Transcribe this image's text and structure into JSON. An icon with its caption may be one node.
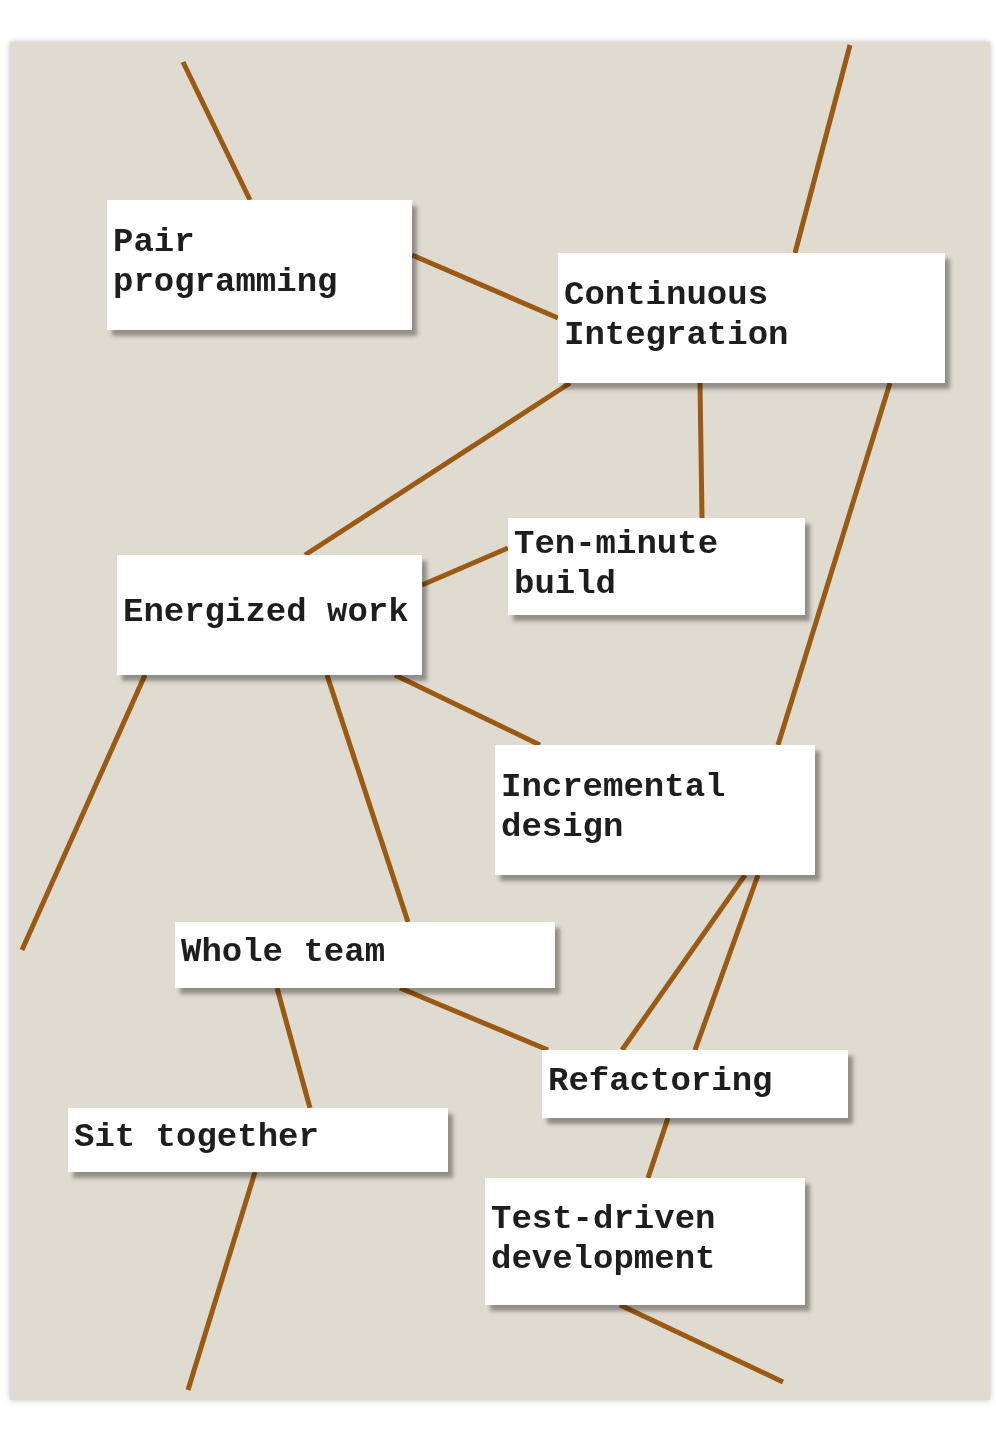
{
  "diagram": {
    "nodes": [
      {
        "text": [
          "Pair programming"
        ]
      },
      {
        "text": [
          "Continuous Integration"
        ]
      },
      {
        "text": [
          "Ten-minute build"
        ]
      },
      {
        "text": [
          "Energized work"
        ]
      },
      {
        "text": [
          "Incremental design"
        ]
      },
      {
        "text": [
          "Whole team"
        ]
      },
      {
        "text": [
          "Refactoring"
        ]
      },
      {
        "text": [
          "Sit together"
        ]
      },
      {
        "text": [
          "Test-driven development"
        ]
      }
    ],
    "edges": [
      {
        "from": null,
        "to": 0,
        "arrow": "none"
      },
      {
        "from": null,
        "to": 1,
        "arrow": "none"
      },
      {
        "from": 0,
        "to": 1,
        "arrow": "none"
      },
      {
        "from": 1,
        "to": 3,
        "arrow": "none"
      },
      {
        "from": 1,
        "to": 2,
        "arrow": "none"
      },
      {
        "from": 1,
        "to": 4,
        "arrow": "none"
      },
      {
        "from": 3,
        "to": 2,
        "arrow": "none"
      },
      {
        "from": 3,
        "to": null,
        "arrow": "none"
      },
      {
        "from": 3,
        "to": 4,
        "arrow": "none"
      },
      {
        "from": 3,
        "to": 5,
        "arrow": "none"
      },
      {
        "from": 4,
        "to": 6,
        "arrow": "none"
      },
      {
        "from": 4,
        "to": 6,
        "arrow": "none"
      },
      {
        "from": 5,
        "to": 6,
        "arrow": "none"
      },
      {
        "from": 5,
        "to": 7,
        "arrow": "none"
      },
      {
        "from": 6,
        "to": 8,
        "arrow": "none"
      },
      {
        "from": 7,
        "to": null,
        "arrow": "none"
      },
      {
        "from": 8,
        "to": null,
        "arrow": "none"
      }
    ]
  }
}
